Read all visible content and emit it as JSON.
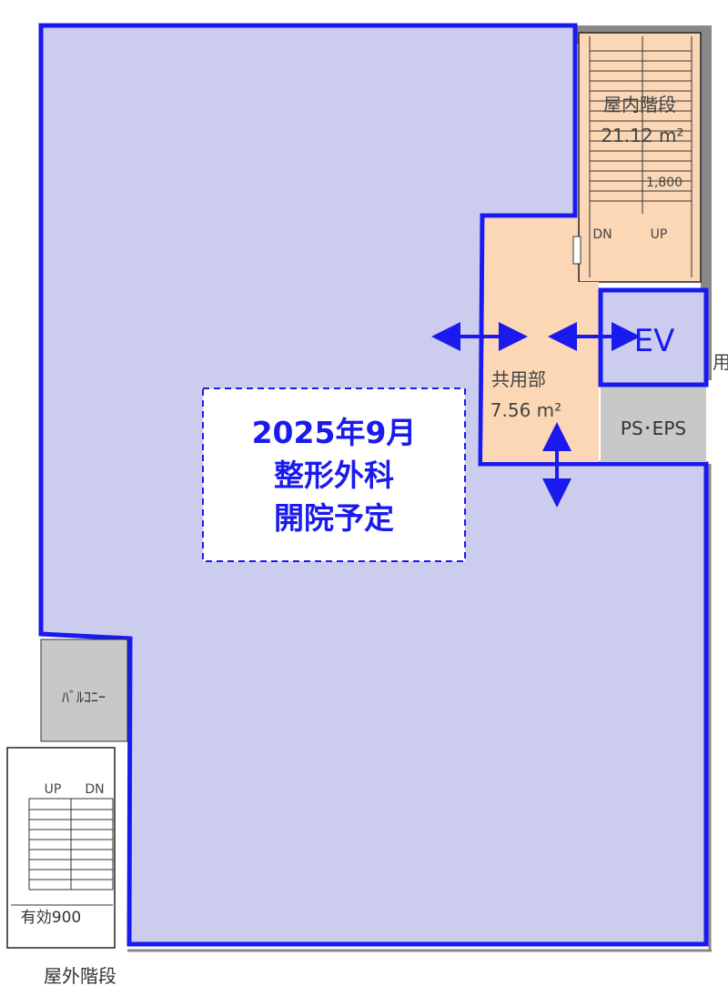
{
  "plan": {
    "stair_inner": {
      "label": "屋内階段",
      "area": "21.12 m²",
      "note": "1,800",
      "dn": "DN",
      "up": "UP"
    },
    "common": {
      "label": "共用部",
      "area": "7.56 m²"
    },
    "ev": {
      "label": "EV"
    },
    "ps": {
      "label": "PS･EPS"
    },
    "balcony": {
      "label": "ﾊﾞﾙｺﾆｰ"
    },
    "stair_outer": {
      "label": "屋外階段",
      "up": "UP",
      "dn": "DN",
      "width": "有効900"
    },
    "edge_text": "用",
    "notice": {
      "line1": "2025年9月",
      "line2": "整形外科",
      "line3": "開院予定"
    }
  },
  "colors": {
    "tenant_fill": "#ccccee",
    "outline_blue": "#1a1aee",
    "stair_fill": "#fcd7b5",
    "gray_fill": "#c8c8c8"
  }
}
